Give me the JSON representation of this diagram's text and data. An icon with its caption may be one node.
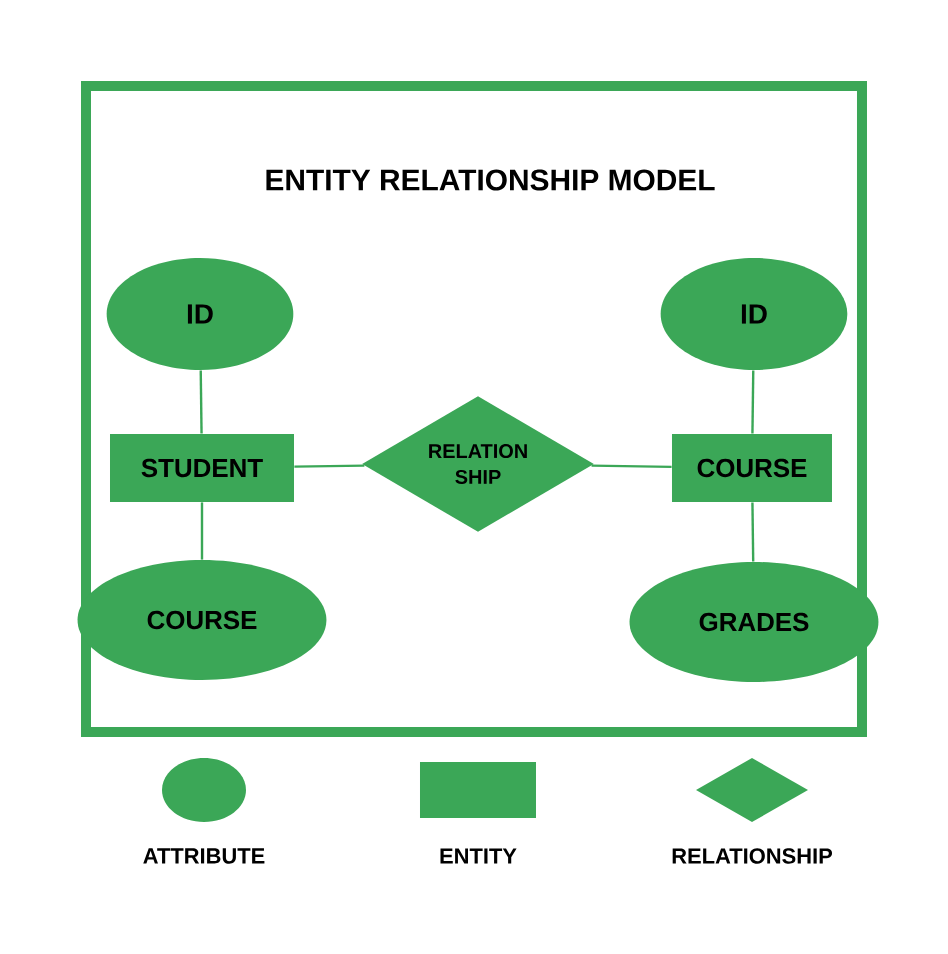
{
  "diagram": {
    "title": "ENTITY RELATIONSHIP MODEL",
    "nodes": [
      {
        "text": [
          "ID"
        ]
      },
      {
        "text": [
          "STUDENT"
        ]
      },
      {
        "text": [
          "COURSE"
        ]
      },
      {
        "text": [
          "RELATION SHIP"
        ]
      },
      {
        "text": [
          "ID"
        ]
      },
      {
        "text": [
          "COURSE"
        ]
      },
      {
        "text": [
          "GRADES"
        ]
      }
    ],
    "edges": [
      {
        "from": 0,
        "to": 1,
        "arrow": "none"
      },
      {
        "from": 1,
        "to": 2,
        "arrow": "none"
      },
      {
        "from": 1,
        "to": 3,
        "arrow": "none"
      },
      {
        "from": 3,
        "to": 5,
        "arrow": "none"
      },
      {
        "from": 4,
        "to": 5,
        "arrow": "none"
      },
      {
        "from": 5,
        "to": 6,
        "arrow": "none"
      }
    ],
    "legend": [
      {
        "text": "ATTRIBUTE"
      },
      {
        "text": "ENTITY"
      },
      {
        "text": "RELATIONSHIP"
      }
    ]
  }
}
